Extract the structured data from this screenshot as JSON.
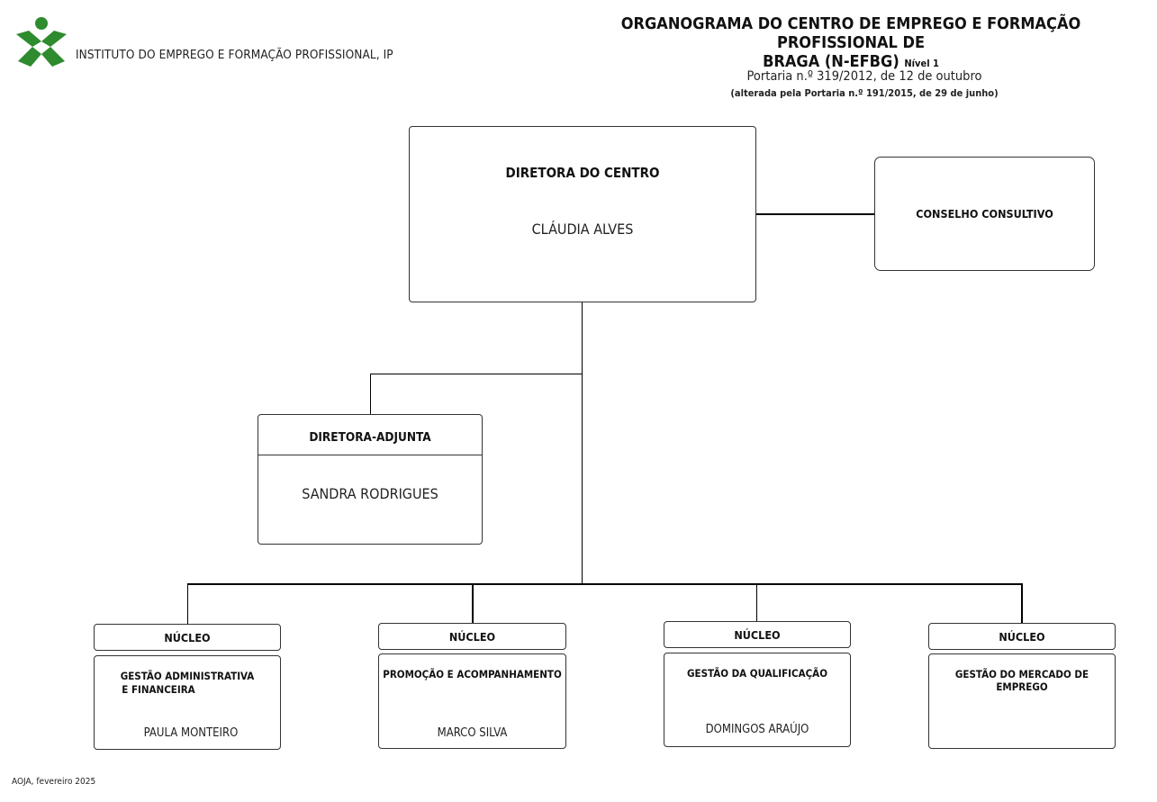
{
  "header": {
    "org_name": "INSTITUTO DO EMPREGO E FORMAÇÃO PROFISSIONAL, IP",
    "title_line1": "ORGANOGRAMA DO  CENTRO DE EMPREGO E FORMAÇÃO PROFISSIONAL DE",
    "title_line2": "BRAGA (N-EFBG)",
    "level": "Nível 1",
    "legal_ref": "Portaria n.º 319/2012, de 12 de outubro",
    "legal_amend": "(alterada pela Portaria n.º 191/2015, de 29 de junho)",
    "logo_colors": {
      "green": "#2e8b2e",
      "dark": "#1d6e2a"
    }
  },
  "director": {
    "role": "DIRETORA DO CENTRO",
    "name": "CLÁUDIA ALVES"
  },
  "council": {
    "name": "CONSELHO CONSULTIVO"
  },
  "deputy": {
    "role": "DIRETORA-ADJUNTA",
    "name": "SANDRA RODRIGUES"
  },
  "nucleos": [
    {
      "label": "NÚCLEO",
      "unit_line1": "GESTÃO ADMINISTRATIVA",
      "unit_line2": "E FINANCEIRA",
      "head": "PAULA MONTEIRO"
    },
    {
      "label": "NÚCLEO",
      "unit_line1": "PROMOÇÃO E ACOMPANHAMENTO",
      "unit_line2": "",
      "head": "MARCO SILVA"
    },
    {
      "label": "NÚCLEO",
      "unit_line1": "GESTÃO DA QUALIFICAÇÃO",
      "unit_line2": "",
      "head": "DOMINGOS ARAÚJO"
    },
    {
      "label": "NÚCLEO",
      "unit_line1": "GESTÃO DO MERCADO DE EMPREGO",
      "unit_line2": "",
      "head": ""
    }
  ],
  "footer": {
    "text": "AOJA, fevereiro 2025"
  }
}
